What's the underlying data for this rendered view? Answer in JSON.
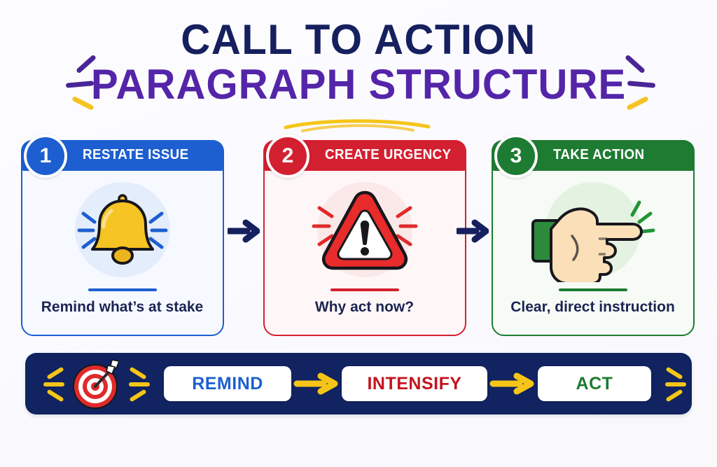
{
  "title": {
    "line1": "CALL TO ACTION",
    "line2": "PARAGRAPH STRUCTURE",
    "line1_color": "#16205e",
    "line2_color": "#5425a8",
    "underline_color": "#f5c518"
  },
  "decorations": {
    "burst_left": "burst-lines-left",
    "burst_right": "burst-lines-right",
    "burst_purple": "#4a2596",
    "burst_yellow": "#f6c324"
  },
  "cards": [
    {
      "number": "1",
      "header": "RESTATE ISSUE",
      "caption": "Remind what’s at stake",
      "icon": "bell-icon",
      "accent": "#1d5fd0",
      "surface": "#f6f9ff",
      "blob": "#e4edfb"
    },
    {
      "number": "2",
      "header": "CREATE URGENCY",
      "caption": "Why act now?",
      "icon": "warning-triangle-icon",
      "accent": "#d32030",
      "surface": "#fff7f7",
      "blob": "#fbe9e9"
    },
    {
      "number": "3",
      "header": "TAKE ACTION",
      "caption": "Clear, direct instruction",
      "icon": "pointing-hand-icon",
      "accent": "#1e7b32",
      "surface": "#f6fbf6",
      "blob": "#e4f2e2"
    }
  ],
  "connectors": {
    "arrow_color": "#16205e",
    "arrow_1": "step-arrow-1",
    "arrow_2": "step-arrow-2"
  },
  "summary_bar": {
    "background": "#112360",
    "target_icon": "target-dartboard-icon",
    "ray_color": "#f5c518",
    "steps": [
      {
        "label": "REMIND",
        "color": "#1d5fd0"
      },
      {
        "label": "INTENSIFY",
        "color": "#c4141f"
      },
      {
        "label": "ACT",
        "color": "#1e7b32"
      }
    ],
    "arrow_color": "#f5c518"
  }
}
